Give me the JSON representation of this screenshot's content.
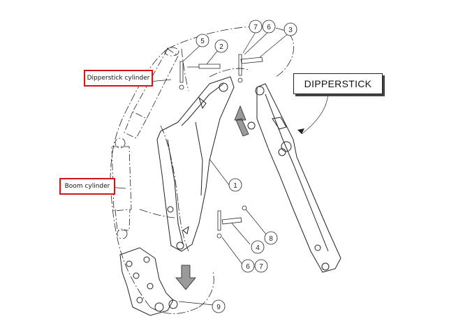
{
  "labels": {
    "dipperstick_cylinder": "Dipperstick  cylinder",
    "boom_cylinder": "Boom cylinder",
    "dipperstick": "DIPPERSTICK"
  },
  "callouts": {
    "c1": "1",
    "c2": "2",
    "c3": "3",
    "c4": "4",
    "c5": "5",
    "c6_top": "6",
    "c7_top": "7",
    "c6_bottom": "6",
    "c7_bottom": "7",
    "c8": "8",
    "c9": "9"
  },
  "colors": {
    "highlight_border": "#d4141a",
    "line": "#222222",
    "arrow_fill": "#9a9a9a"
  }
}
